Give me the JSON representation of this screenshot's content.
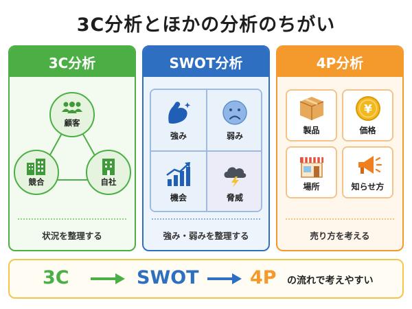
{
  "title": "3C分析とほかの分析のちがい",
  "colors": {
    "green": "#4caf45",
    "blue": "#2f6fc2",
    "orange": "#f49a2c",
    "yellow": "#f3c64a"
  },
  "cards": {
    "c3": {
      "header": "3C分析",
      "nodes": [
        {
          "label": "顧客",
          "icon": "people-icon"
        },
        {
          "label": "競合",
          "icon": "buildings-icon"
        },
        {
          "label": "自社",
          "icon": "office-icon"
        }
      ],
      "footer": "状況を整理する"
    },
    "swot": {
      "header": "SWOT分析",
      "cells": [
        {
          "label": "強み",
          "icon": "flexed-arm-icon"
        },
        {
          "label": "弱み",
          "icon": "sad-face-icon"
        },
        {
          "label": "機会",
          "icon": "growth-chart-icon"
        },
        {
          "label": "脅威",
          "icon": "storm-cloud-icon"
        }
      ],
      "footer": "強み・弱みを整理する"
    },
    "p4": {
      "header": "4P分析",
      "cells": [
        {
          "label": "製品",
          "icon": "box-icon"
        },
        {
          "label": "価格",
          "icon": "yen-coin-icon"
        },
        {
          "label": "場所",
          "icon": "store-icon"
        },
        {
          "label": "知らせ方",
          "icon": "megaphone-icon"
        }
      ],
      "footer": "売り方を考える"
    }
  },
  "flow": {
    "steps": [
      "3C",
      "SWOT",
      "4P"
    ],
    "tail": "の流れで考えやすい"
  }
}
